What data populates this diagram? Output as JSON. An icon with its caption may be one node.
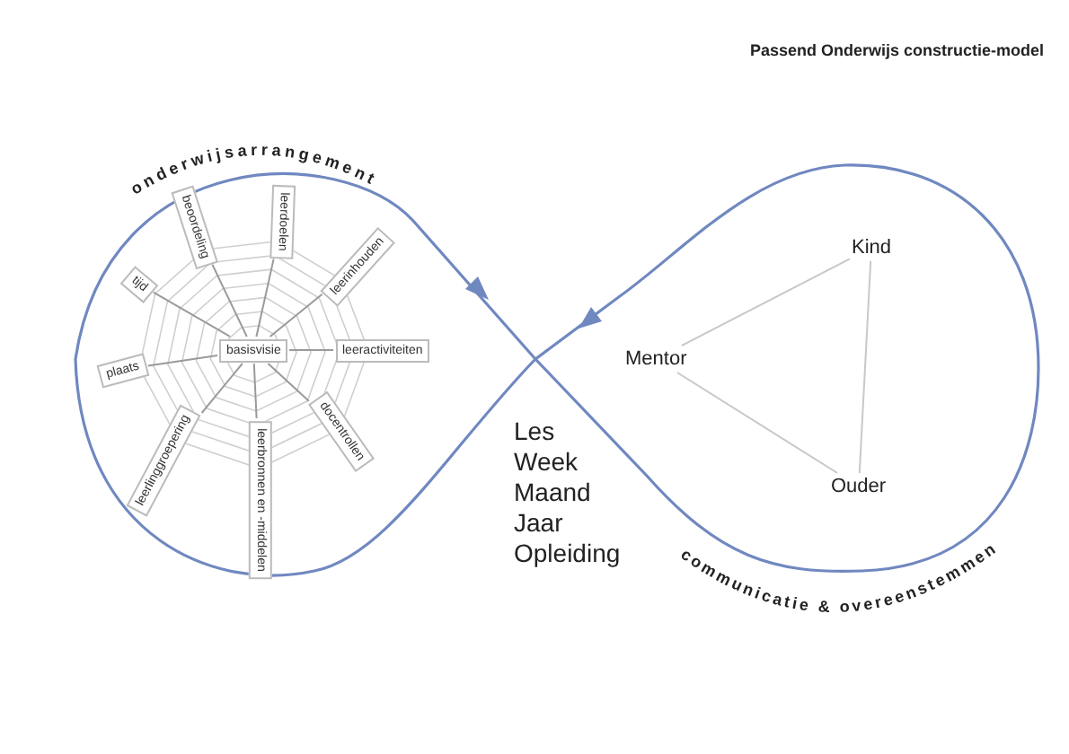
{
  "diagram": {
    "title": "Passend Onderwijs constructie-model",
    "nodes": [
      {
        "text": [
          "beoordeling"
        ]
      },
      {
        "text": [
          "leerdoelen"
        ]
      },
      {
        "text": [
          "leerinhouden"
        ]
      },
      {
        "text": [
          "tijd"
        ]
      },
      {
        "text": [
          "basisvisie"
        ]
      },
      {
        "text": [
          "leeractiviteiten"
        ]
      },
      {
        "text": [
          "plaats"
        ]
      },
      {
        "text": [
          "docentrollen"
        ]
      },
      {
        "text": [
          "leerlinggroepering"
        ]
      },
      {
        "text": [
          "leerbronnen en -middelen"
        ]
      },
      {
        "text": [
          "Kind"
        ]
      },
      {
        "text": [
          "Mentor"
        ]
      },
      {
        "text": [
          "Ouder"
        ]
      }
    ],
    "edges": [
      {
        "from": 4,
        "to": 0,
        "arrow": "none"
      },
      {
        "from": 4,
        "to": 1,
        "arrow": "none"
      },
      {
        "from": 4,
        "to": 2,
        "arrow": "none"
      },
      {
        "from": 4,
        "to": 3,
        "arrow": "none"
      },
      {
        "from": 4,
        "to": 5,
        "arrow": "none"
      },
      {
        "from": 4,
        "to": 6,
        "arrow": "none"
      },
      {
        "from": 4,
        "to": 7,
        "arrow": "none"
      },
      {
        "from": 4,
        "to": 8,
        "arrow": "none"
      },
      {
        "from": 4,
        "to": 9,
        "arrow": "none"
      },
      {
        "from": 11,
        "to": 10,
        "arrow": "none"
      },
      {
        "from": 10,
        "to": 12,
        "arrow": "none"
      },
      {
        "from": 12,
        "to": 11,
        "arrow": "none"
      }
    ],
    "labels": [
      "onderwijsarrangement",
      "Les",
      "Week",
      "Maand",
      "Jaar",
      "Opleiding",
      "communicatie & overeenstemmen"
    ]
  }
}
